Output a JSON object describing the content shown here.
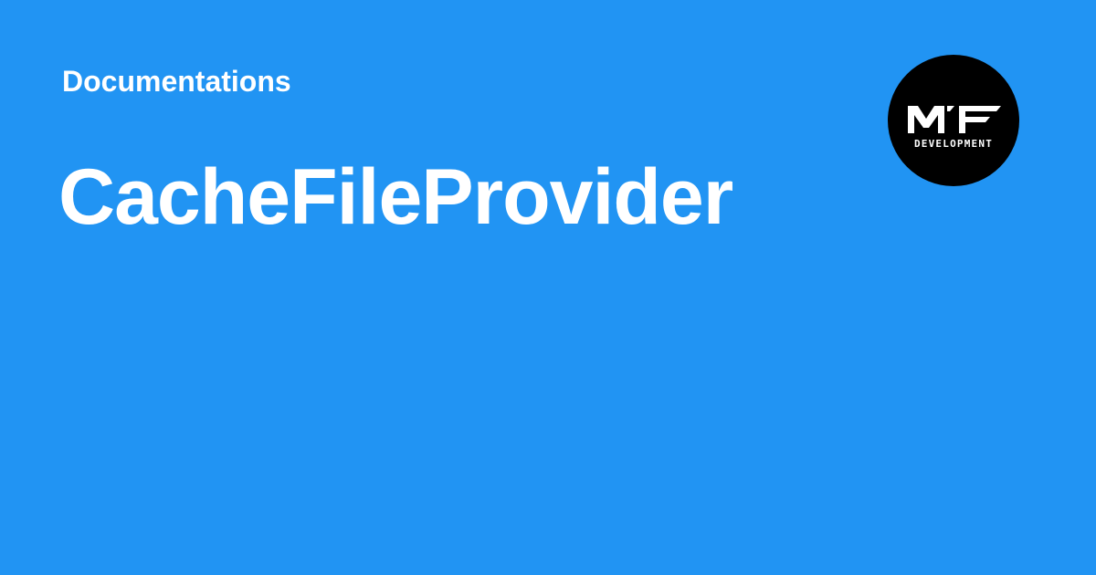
{
  "colors": {
    "background": "#2194f3",
    "text": "#ffffff",
    "logo_background": "#000000"
  },
  "header": {
    "section_label": "Documentations"
  },
  "main": {
    "title": "CacheFileProvider"
  },
  "logo": {
    "icon": "mf-development-logo",
    "monogram": "MF",
    "subtitle": "DEVELOPMENT"
  }
}
